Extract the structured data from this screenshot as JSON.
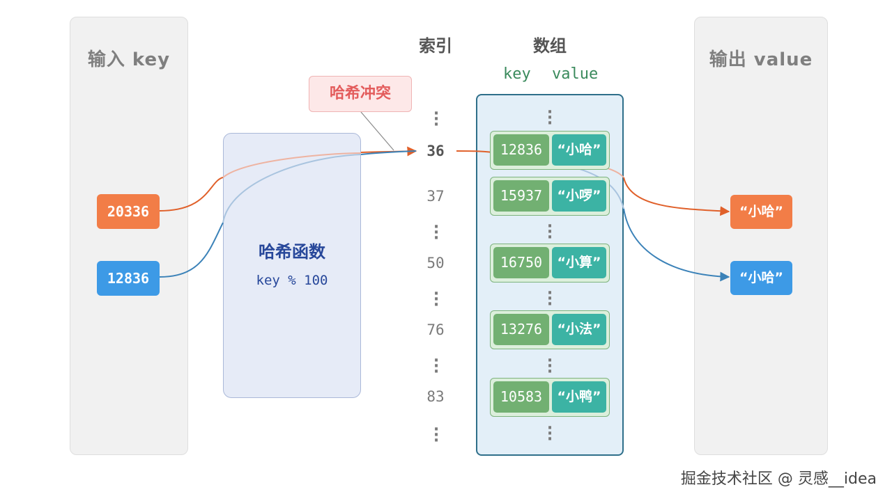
{
  "input_panel": {
    "title": "输入 key"
  },
  "output_panel": {
    "title": "输出 value"
  },
  "columns": {
    "index_title": "索引",
    "array_title": "数组",
    "key_header": "key",
    "value_header": "value"
  },
  "collision_label": "哈希冲突",
  "hash_function": {
    "name": "哈希函数",
    "formula": "key % 100"
  },
  "input_keys": [
    {
      "value": "20336",
      "color": "#f27d47"
    },
    {
      "value": "12836",
      "color": "#3d9ae6"
    }
  ],
  "indices": [
    "36",
    "37",
    "50",
    "76",
    "83"
  ],
  "buckets": [
    {
      "key": "12836",
      "value": "“小哈”"
    },
    {
      "key": "15937",
      "value": "“小啰”"
    },
    {
      "key": "16750",
      "value": "“小算”"
    },
    {
      "key": "13276",
      "value": "“小法”"
    },
    {
      "key": "10583",
      "value": "“小鸭”"
    }
  ],
  "outputs": [
    {
      "value": "“小哈”",
      "color": "#f27d47"
    },
    {
      "value": "“小哈”",
      "color": "#3d9ae6"
    }
  ],
  "colors": {
    "orange": "#e0602a",
    "blue": "#3b82b8",
    "array_border": "#2e6f8a",
    "collision_text": "#e35c5c"
  },
  "watermark": "掘金技术社区 @ 灵感__idea"
}
